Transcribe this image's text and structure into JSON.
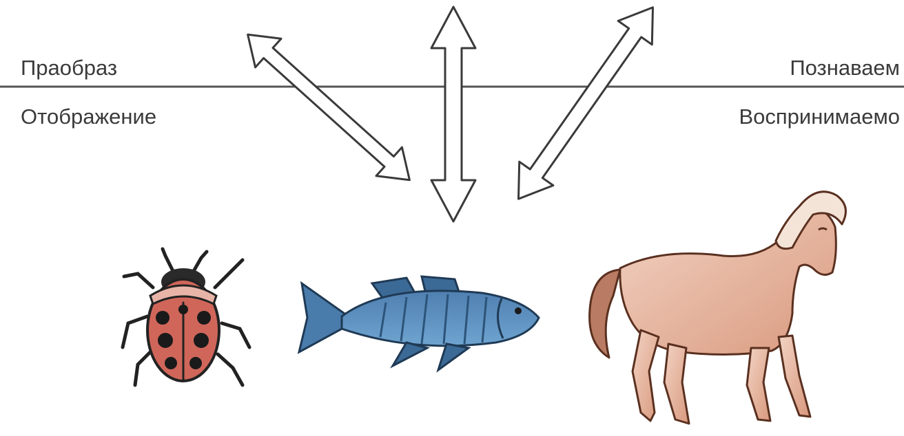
{
  "labels": {
    "top_left": "Праобраз",
    "bottom_left": "Отображение",
    "top_right": "Познаваем",
    "bottom_right": "Воспринимаемо"
  },
  "figures": [
    {
      "name": "ladybug",
      "icon": "ladybug-icon",
      "color": "#c7574a"
    },
    {
      "name": "fish",
      "icon": "fish-icon",
      "color": "#5a8fbf"
    },
    {
      "name": "horse",
      "icon": "horse-icon",
      "color": "#d9a48c"
    }
  ],
  "colors": {
    "line": "#555555",
    "arrow_stroke": "#3a3a3a",
    "arrow_fill": "#ffffff"
  }
}
